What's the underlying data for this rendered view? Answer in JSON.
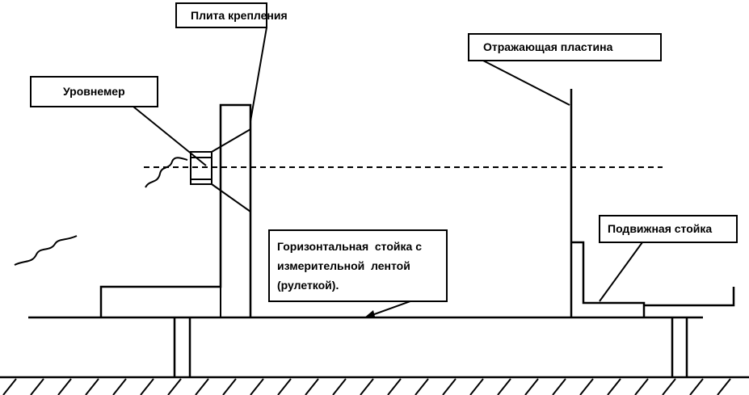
{
  "labels": {
    "mounting_plate": "Плита крепления",
    "level_gauge": "Уровнемер",
    "reflecting_plate": "Отражающая пластина",
    "movable_stand": "Подвижная стойка",
    "horizontal_stand_line1": "Горизонтальная  стойка с",
    "horizontal_stand_line2": "измерительной  лентой",
    "horizontal_stand_line3": "(рулеткой)."
  }
}
